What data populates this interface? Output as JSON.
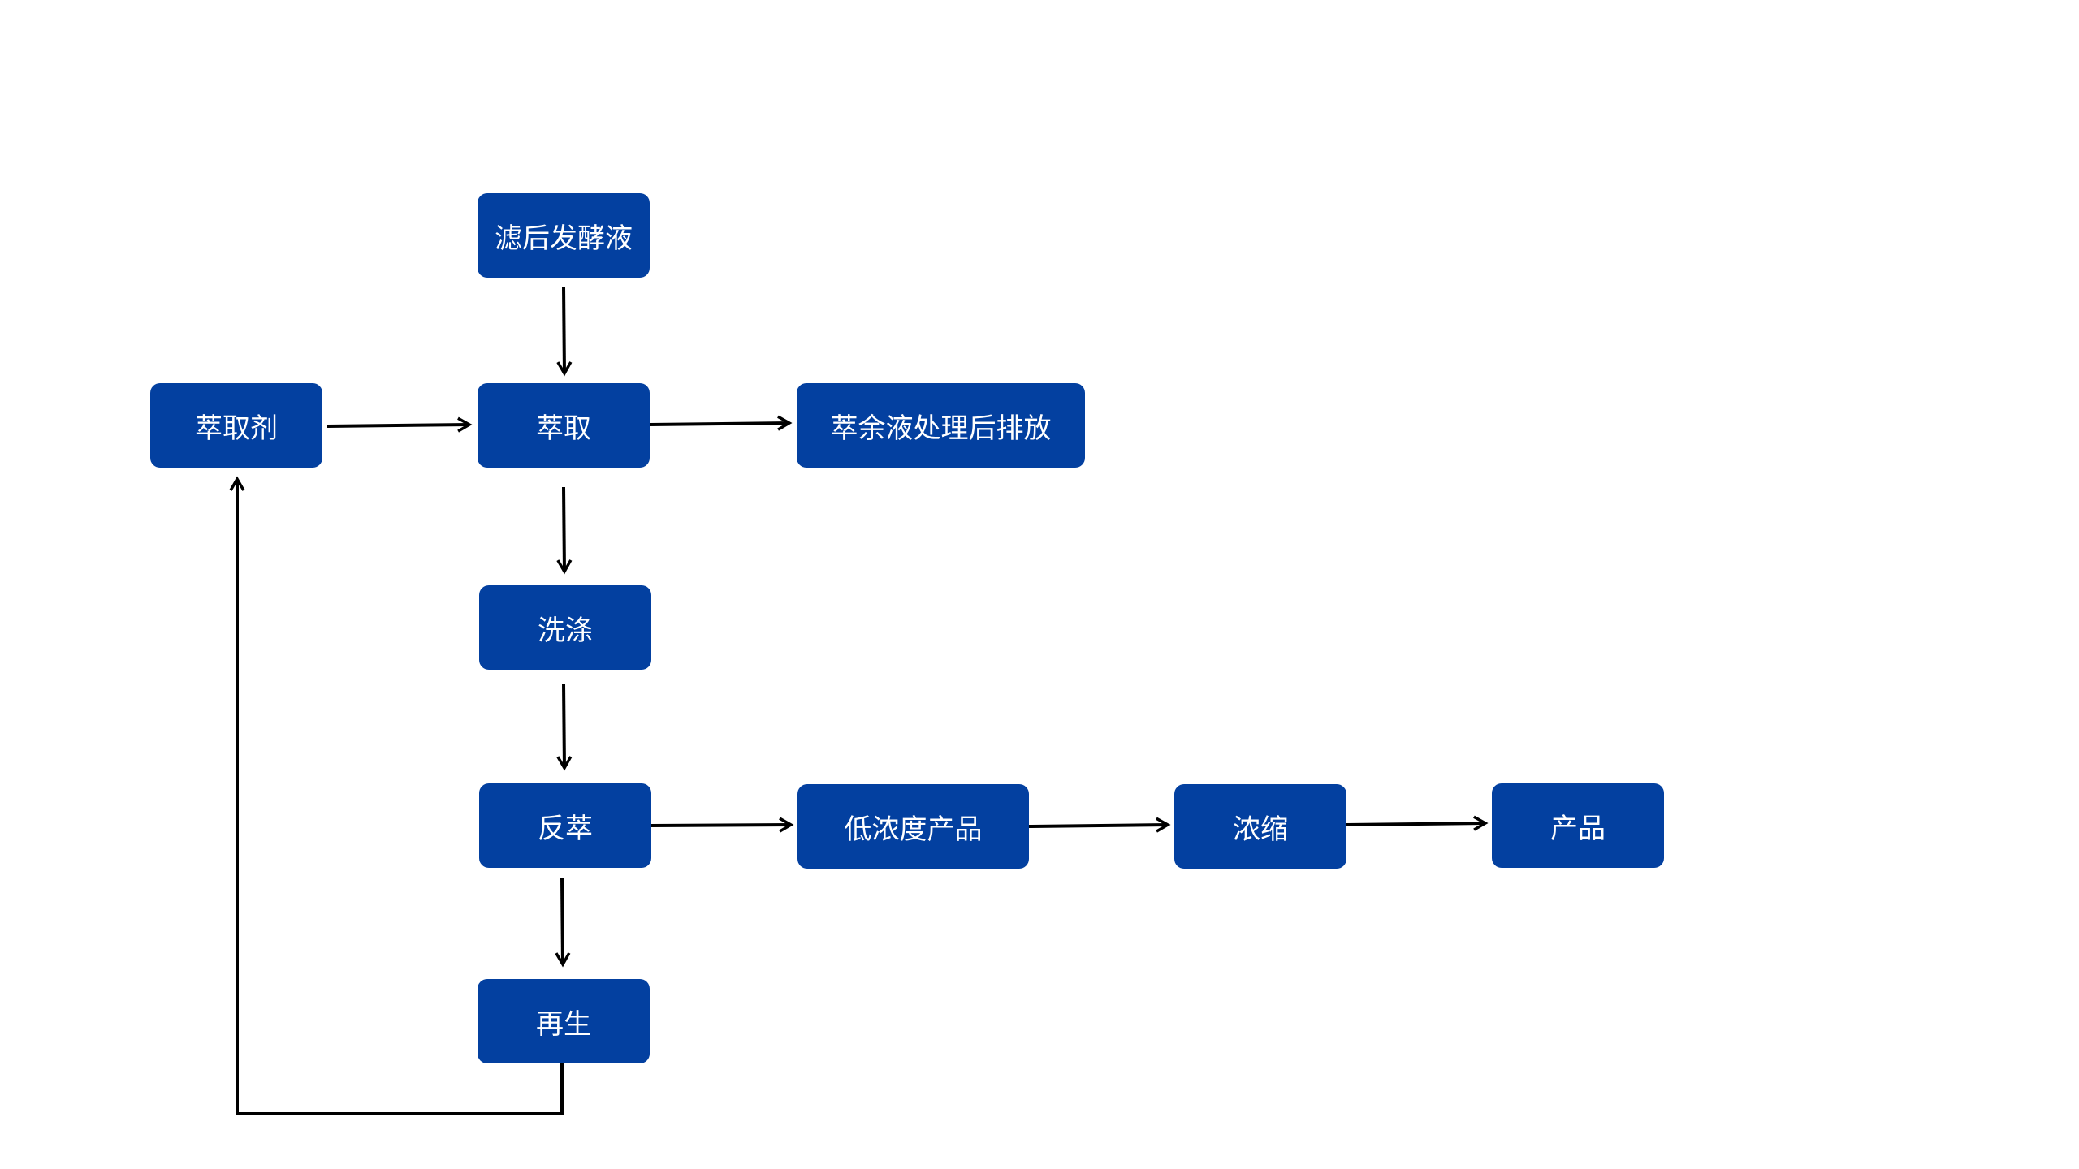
{
  "diagram": {
    "nodes": {
      "filtered_broth": "滤后发酵液",
      "extraction": "萃取",
      "extractant": "萃取剂",
      "raffinate": "萃余液处理后排放",
      "washing": "洗涤",
      "back_extraction": "反萃",
      "low_conc_product": "低浓度产品",
      "concentration": "浓缩",
      "product": "产品",
      "regeneration": "再生"
    },
    "edges": [
      {
        "from": "filtered_broth",
        "to": "extraction"
      },
      {
        "from": "extractant",
        "to": "extraction"
      },
      {
        "from": "extraction",
        "to": "raffinate"
      },
      {
        "from": "extraction",
        "to": "washing"
      },
      {
        "from": "washing",
        "to": "back_extraction"
      },
      {
        "from": "back_extraction",
        "to": "low_conc_product"
      },
      {
        "from": "low_conc_product",
        "to": "concentration"
      },
      {
        "from": "concentration",
        "to": "product"
      },
      {
        "from": "back_extraction",
        "to": "regeneration"
      },
      {
        "from": "regeneration",
        "to": "extractant"
      }
    ],
    "colors": {
      "node_fill": "#0340a0",
      "node_text": "#ffffff",
      "arrow": "#000000"
    }
  }
}
